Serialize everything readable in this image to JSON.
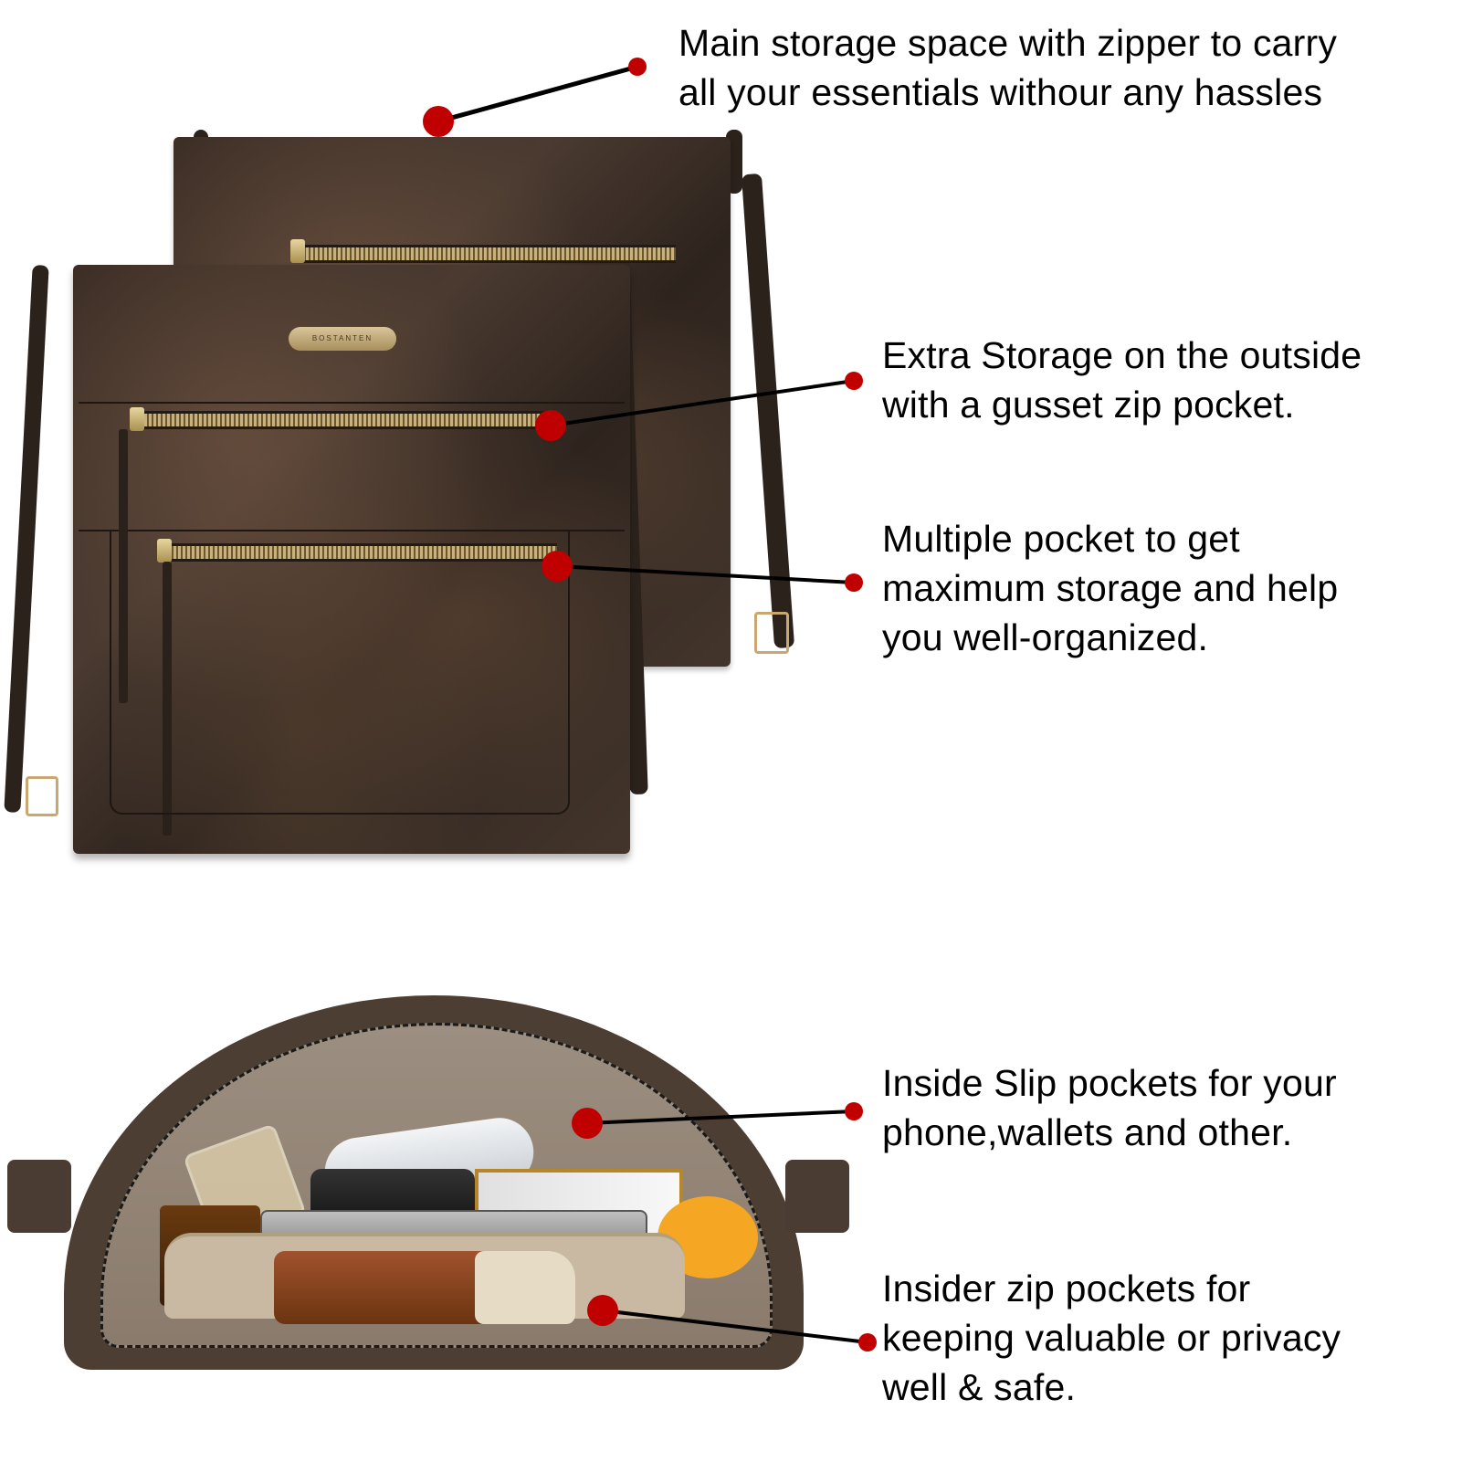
{
  "brand": {
    "badge_text": "BOSTANTEN"
  },
  "colors": {
    "callout_dot": "#c00000",
    "callout_line": "#000000",
    "leather": "#3a2c24",
    "hardware_gold": "#c8b27a",
    "lining": "#9a8a7a",
    "background": "#ffffff"
  },
  "images": {
    "top": {
      "description": "Two dark brown distressed leather crossbody bags, front view with three exterior zip pockets and adjustable strap"
    },
    "bottom": {
      "description": "Open bag interior showing perfume, lotion bottle, makeup, phone, wallet in interior zip pocket"
    }
  },
  "callouts": [
    {
      "id": "main-storage",
      "lines": [
        "Main storage space with zipper to carry",
        "all your essentials withour any hassles"
      ]
    },
    {
      "id": "extra-storage",
      "lines": [
        "Extra Storage on the outside",
        "with a gusset zip pocket."
      ]
    },
    {
      "id": "multiple-pocket",
      "lines": [
        "Multiple pocket to get",
        "maximum storage and help",
        "you well-organized."
      ]
    },
    {
      "id": "inside-slip",
      "lines": [
        "Inside Slip pockets for your",
        "phone,wallets and other."
      ]
    },
    {
      "id": "insider-zip",
      "lines": [
        "Insider zip pockets for",
        "keeping valuable or privacy",
        "well & safe."
      ]
    }
  ]
}
